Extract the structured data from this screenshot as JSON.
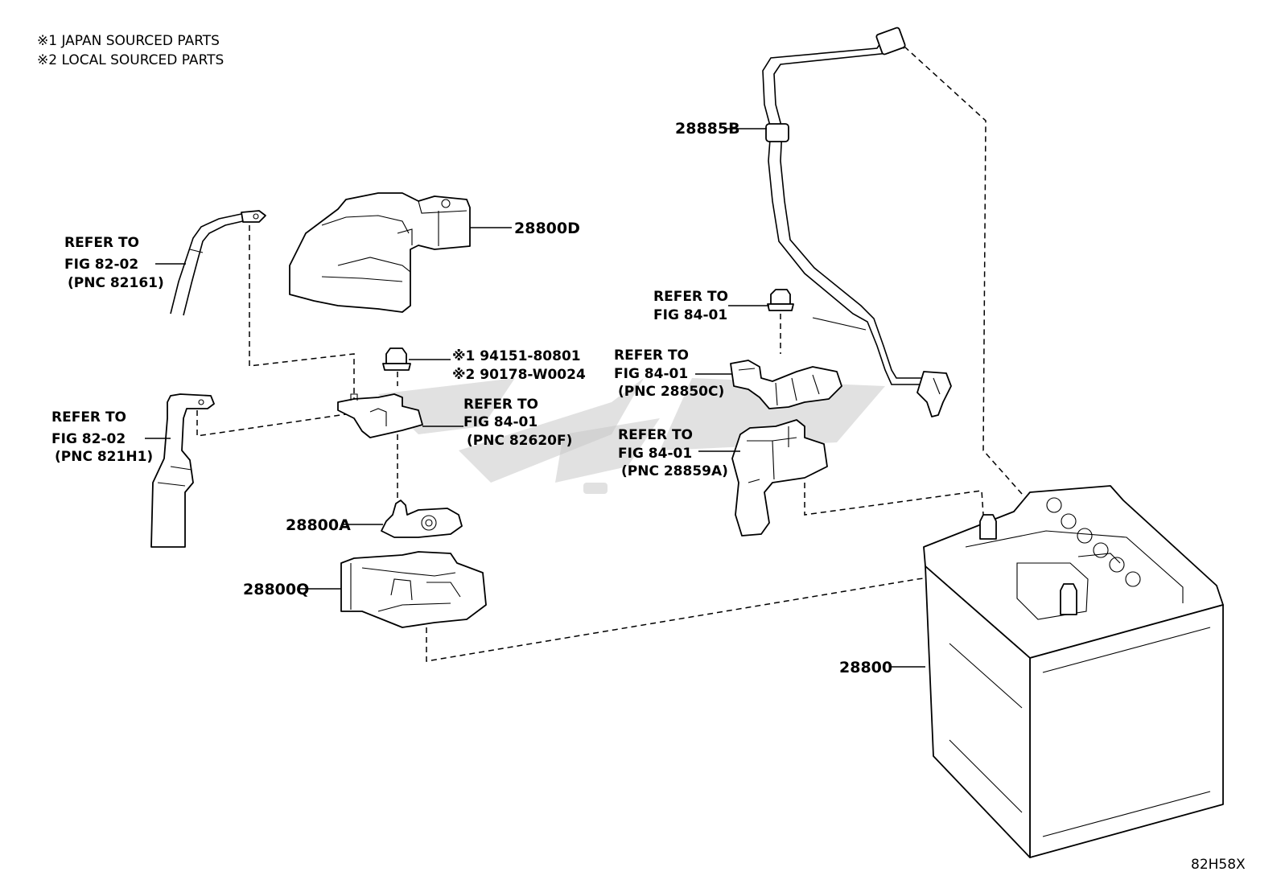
{
  "notes": [
    "※1 JAPAN SOURCED PARTS",
    "※2 LOCAL SOURCED PARTS"
  ],
  "figure_code": "82H58X",
  "parts": {
    "p28885B": "28885B",
    "p28800D": "28800D",
    "p28800A": "28800A",
    "p28800Q": "28800Q",
    "p28800": "28800"
  },
  "refs": {
    "ref_82161": [
      "REFER TO",
      "FIG 82-02",
      "(PNC 82161)"
    ],
    "ref_821H1": [
      "REFER TO",
      "FIG 82-02",
      "(PNC 821H1)"
    ],
    "ref_82620F": [
      "REFER TO",
      "FIG 84-01",
      "(PNC 82620F)"
    ],
    "ref_nut": [
      "REFER TO",
      "FIG 84-01"
    ],
    "ref_28850C": [
      "REFER TO",
      "FIG 84-01",
      "(PNC 28850C)"
    ],
    "ref_28859A": [
      "REFER TO",
      "FIG 84-01",
      "(PNC 28859A)"
    ]
  },
  "nut_part_numbers": [
    "※1 94151-80801",
    "※2 90178-W0024"
  ]
}
